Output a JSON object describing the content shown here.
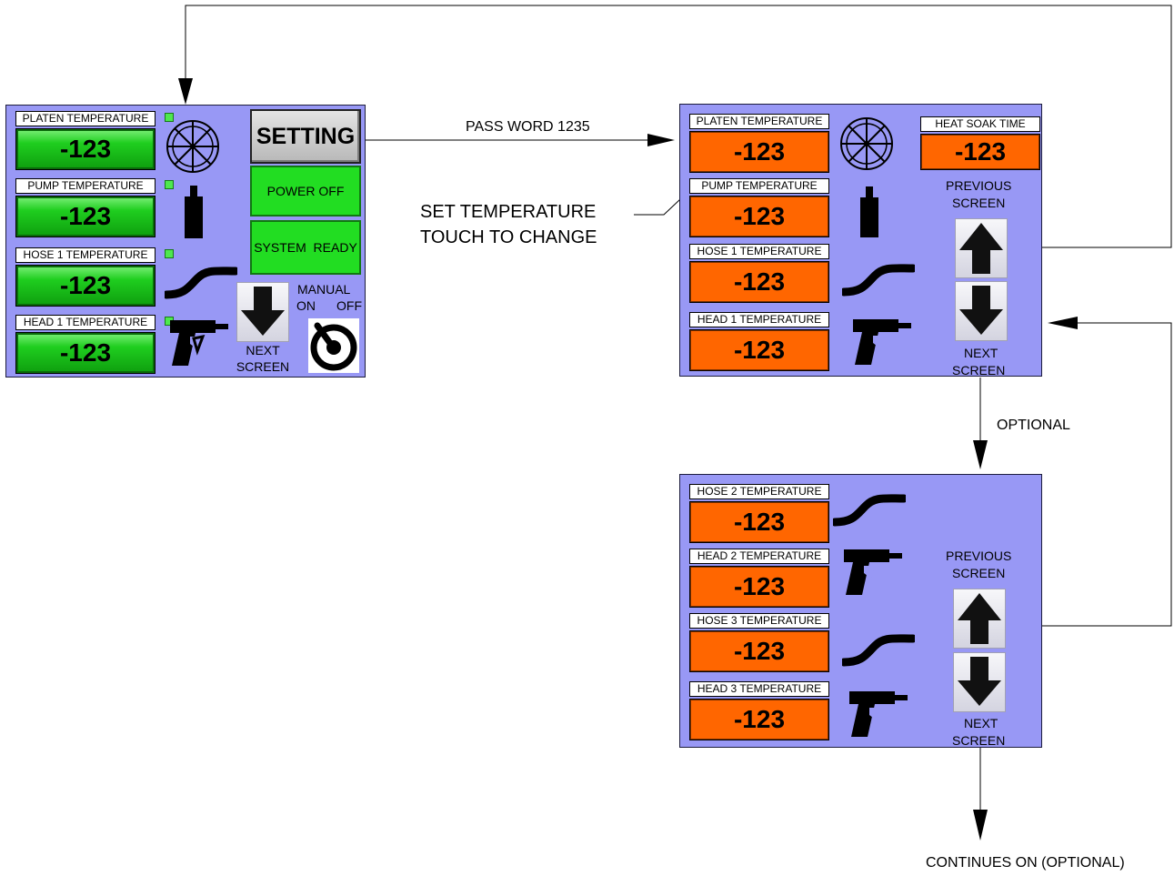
{
  "screen1": {
    "tiles": [
      {
        "label": "PLATEN TEMPERATURE",
        "value": "-123"
      },
      {
        "label": "PUMP TEMPERATURE",
        "value": "-123"
      },
      {
        "label": "HOSE 1 TEMPERATURE",
        "value": "-123"
      },
      {
        "label": "HEAD 1 TEMPERATURE",
        "value": "-123"
      }
    ],
    "setting_label": "SETTING",
    "power_off_label": "POWER OFF",
    "system_ready_label": "SYSTEM  READY",
    "next_label_1": "NEXT",
    "next_label_2": "SCREEN",
    "manual_label": "MANUAL",
    "on_label": "ON",
    "off_label": "OFF"
  },
  "screen2": {
    "tiles": [
      {
        "label": "PLATEN TEMPERATURE",
        "value": "-123"
      },
      {
        "label": "PUMP TEMPERATURE",
        "value": "-123"
      },
      {
        "label": "HOSE 1 TEMPERATURE",
        "value": "-123"
      },
      {
        "label": "HEAD 1 TEMPERATURE",
        "value": "-123"
      }
    ],
    "heat_soak_label": "HEAT SOAK TIME",
    "heat_soak_value": "-123",
    "previous_label_1": "PREVIOUS",
    "previous_label_2": "SCREEN",
    "next_label_1": "NEXT",
    "next_label_2": "SCREEN"
  },
  "screen3": {
    "tiles": [
      {
        "label": "HOSE 2 TEMPERATURE",
        "value": "-123"
      },
      {
        "label": "HEAD 2 TEMPERATURE",
        "value": "-123"
      },
      {
        "label": "HOSE 3 TEMPERATURE",
        "value": "-123"
      },
      {
        "label": "HEAD 3 TEMPERATURE",
        "value": "-123"
      }
    ],
    "previous_label_1": "PREVIOUS",
    "previous_label_2": "SCREEN",
    "next_label_1": "NEXT",
    "next_label_2": "SCREEN"
  },
  "annotations": {
    "password": "PASS WORD 1235",
    "set_temp_1": "SET TEMPERATURE",
    "set_temp_2": "TOUCH TO CHANGE",
    "optional": "OPTIONAL",
    "continues": "CONTINUES ON (OPTIONAL)"
  },
  "colors": {
    "panel_bg": "#9898f5",
    "green_value": "#1fce1f",
    "orange_value": "#ff6600",
    "led": "#4ee84e"
  },
  "icons": [
    "platen-wheel-icon",
    "pump-icon",
    "hose-icon",
    "spray-gun-icon",
    "arrow-down-icon",
    "arrow-up-icon",
    "manual-switch-icon"
  ]
}
